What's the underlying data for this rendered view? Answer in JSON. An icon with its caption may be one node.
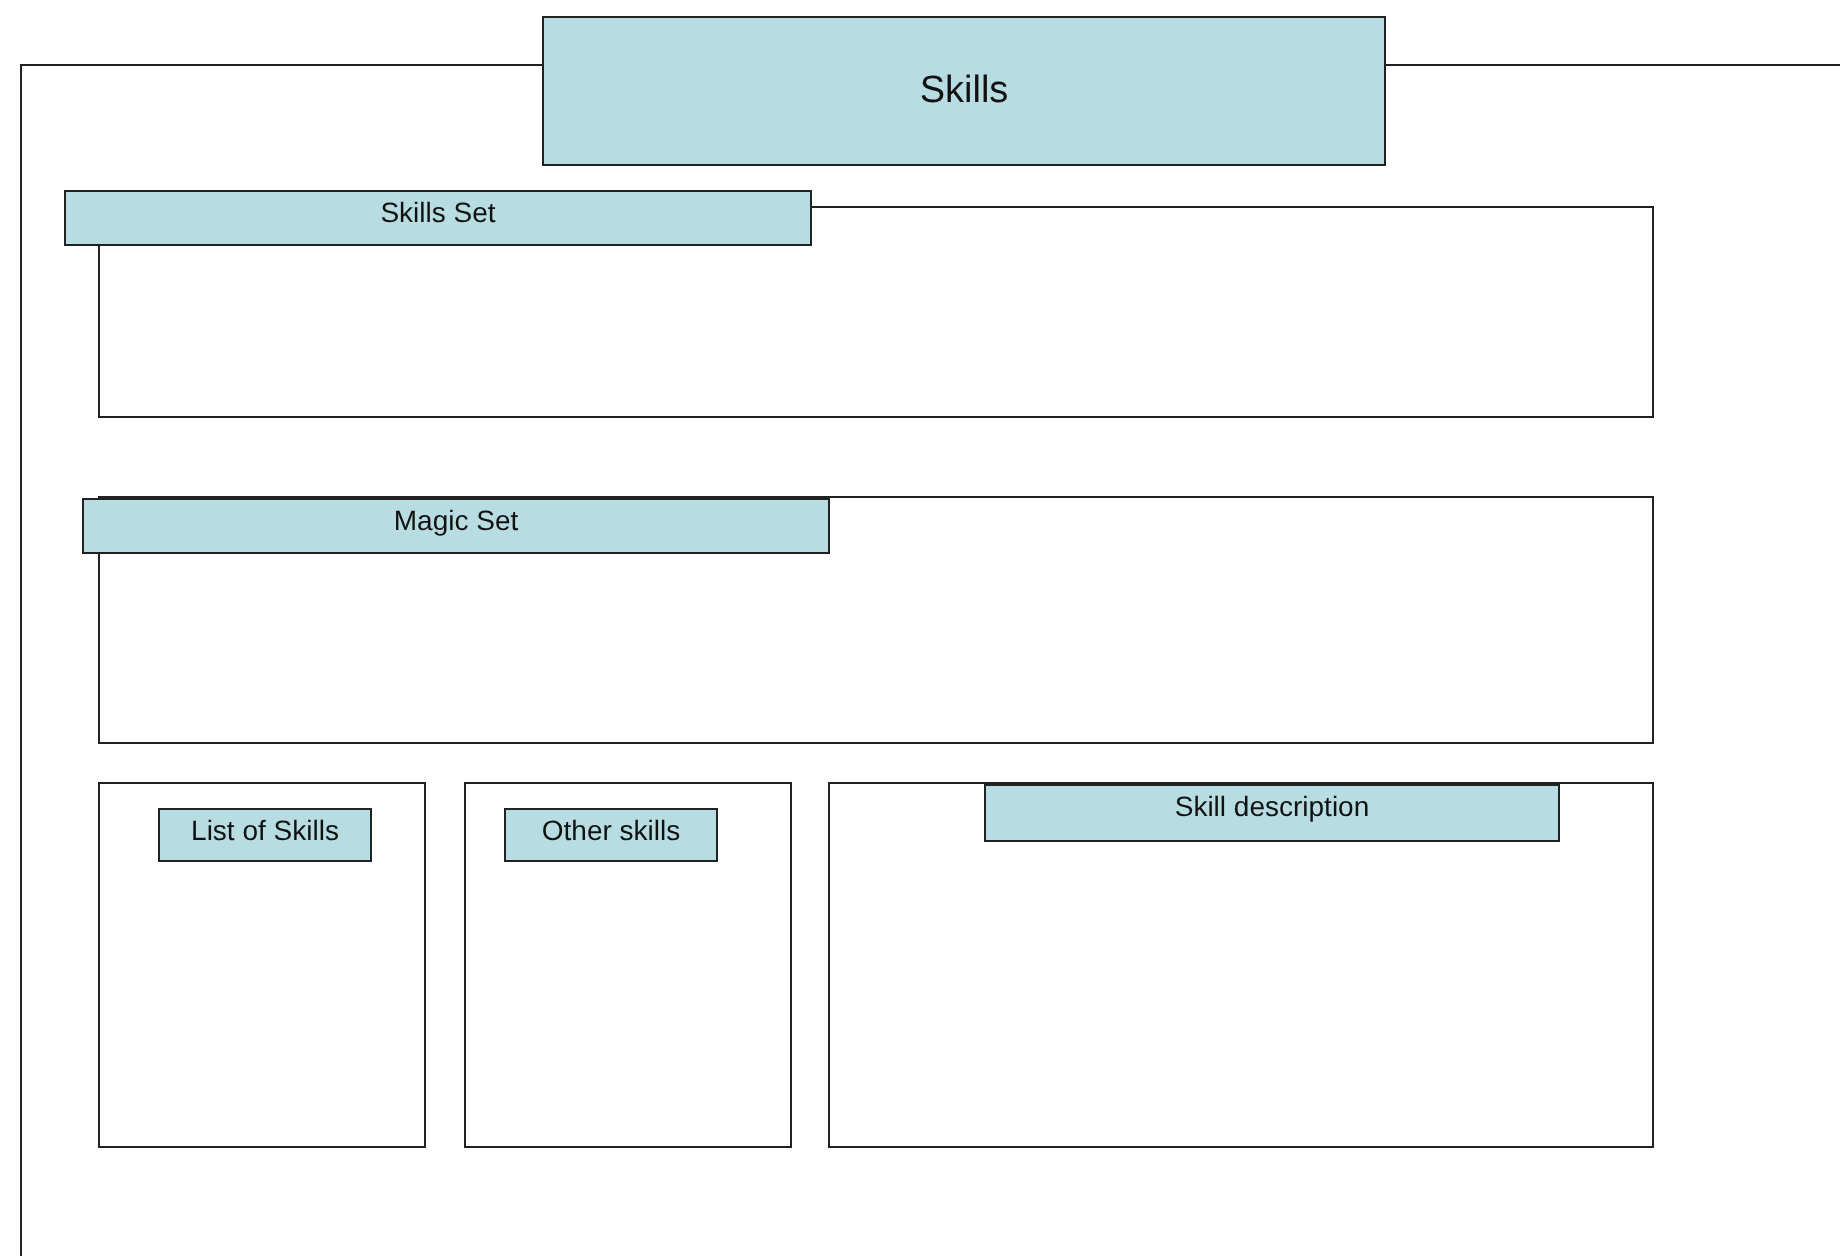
{
  "diagram": {
    "nodes": [
      {
        "text": [
          "Skills"
        ]
      },
      {
        "text": [
          "Skills Set"
        ],
        "in": 0
      },
      {
        "text": [
          "Magic Set"
        ],
        "in": 0
      },
      {
        "text": [
          "List of Skills"
        ],
        "in": 0
      },
      {
        "text": [
          "Other skills"
        ],
        "in": 0
      },
      {
        "text": [
          "Skill description"
        ],
        "in": 0
      }
    ]
  }
}
